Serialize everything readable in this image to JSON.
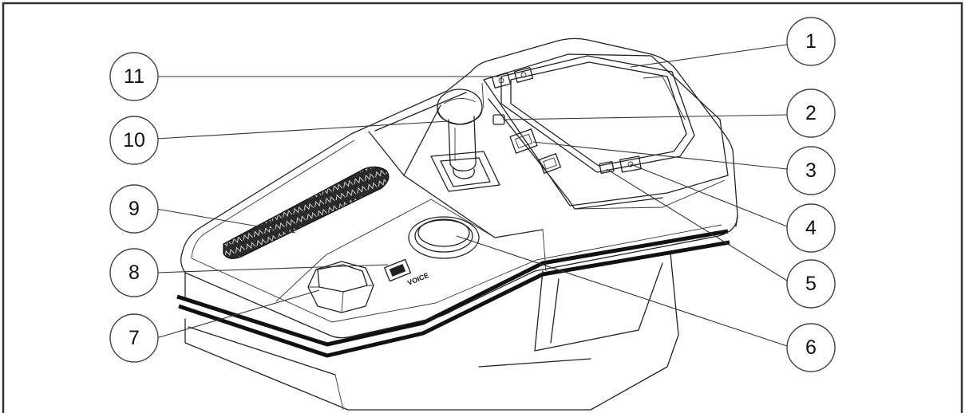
{
  "diagram": {
    "panel_label": "VOICE",
    "callouts": [
      "1",
      "2",
      "3",
      "4",
      "5",
      "6",
      "7",
      "8",
      "9",
      "10",
      "11"
    ]
  }
}
